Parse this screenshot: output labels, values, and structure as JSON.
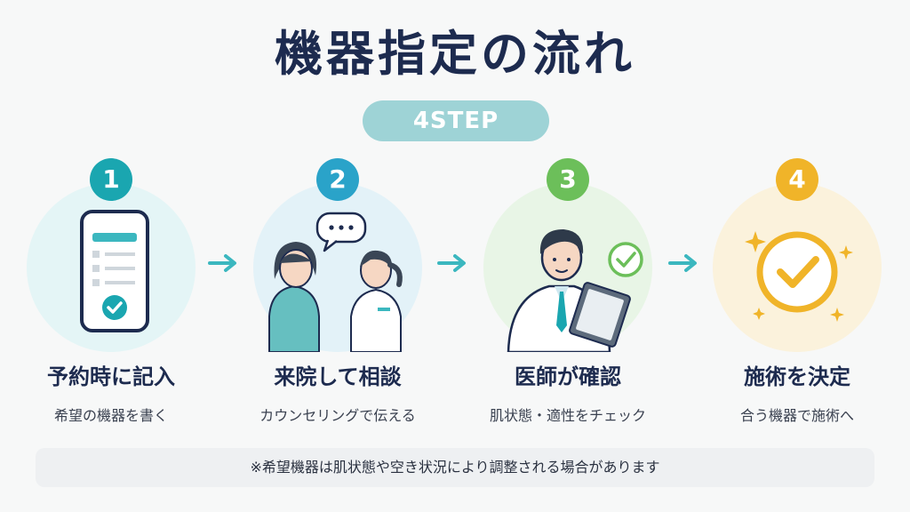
{
  "title": "機器指定の流れ",
  "badge": "4STEP",
  "steps": [
    {
      "number": "1",
      "title": "予約時に記入",
      "subtitle": "希望の機器を書く",
      "color": "#1aa6b0"
    },
    {
      "number": "2",
      "title": "来院して相談",
      "subtitle": "カウンセリングで伝える",
      "color": "#2aa3c9"
    },
    {
      "number": "3",
      "title": "医師が確認",
      "subtitle": "肌状態・適性をチェック",
      "color": "#6cbf5a"
    },
    {
      "number": "4",
      "title": "施術を決定",
      "subtitle": "合う機器で施術へ",
      "color": "#f0b429"
    }
  ],
  "speech_bubble": "…",
  "note": "※希望機器は肌状態や空き状況により調整される場合があります",
  "colors": {
    "teal": "#1aa6b0",
    "navy": "#1d2b4f",
    "green": "#6cbf5a",
    "gold": "#f0b429"
  },
  "icons": [
    "smartphone-icon",
    "check-icon",
    "chat-bubble-icon",
    "doctor-icon",
    "clipboard-icon",
    "sparkle-icon",
    "arrow-right-icon"
  ]
}
